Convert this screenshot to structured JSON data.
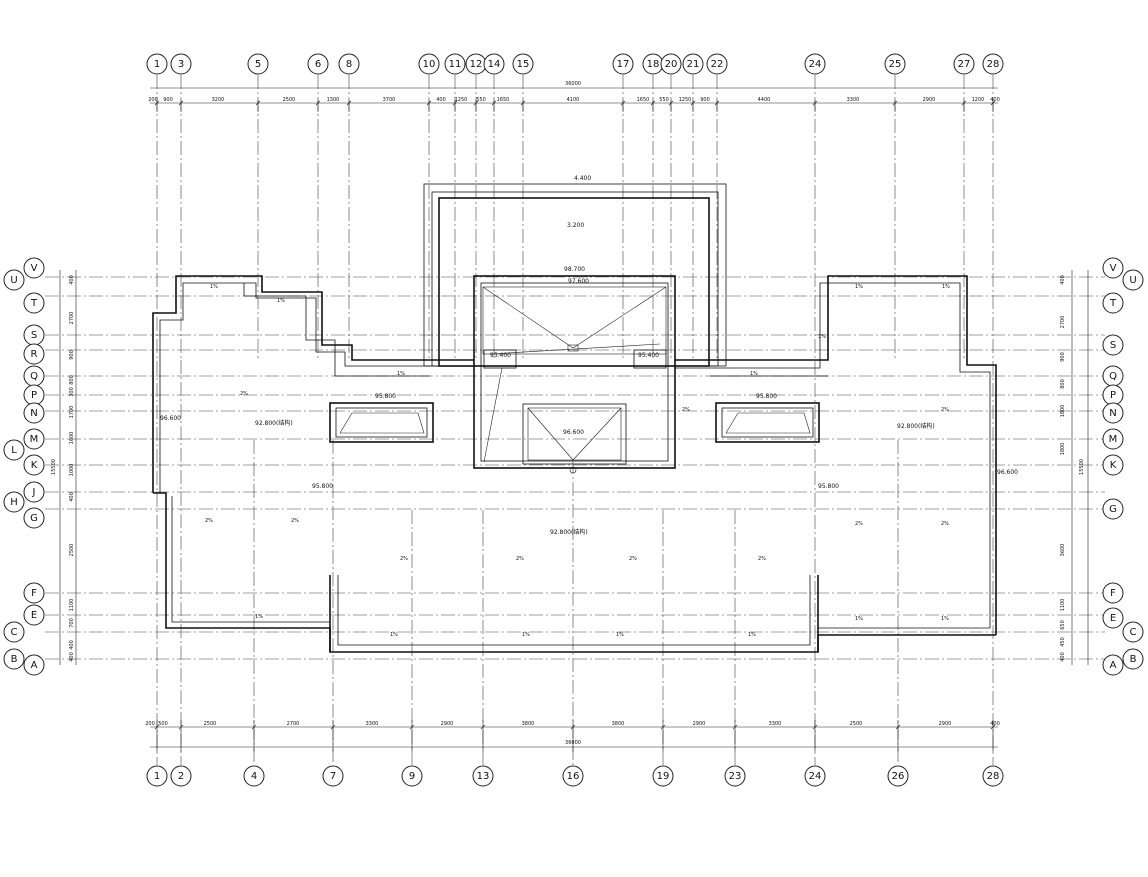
{
  "top_axes": [
    "1",
    "3",
    "5",
    "6",
    "8",
    "10",
    "11",
    "12",
    "14",
    "15",
    "17",
    "18",
    "20",
    "21",
    "22",
    "24",
    "25",
    "27",
    "28"
  ],
  "bottom_axes": [
    "1",
    "2",
    "4",
    "7",
    "9",
    "13",
    "16",
    "19",
    "23",
    "24",
    "26",
    "28"
  ],
  "left_axes": [
    "U",
    "V",
    "T",
    "S",
    "R",
    "Q",
    "P",
    "N",
    "M",
    "L",
    "K",
    "J",
    "H",
    "G",
    "F",
    "E",
    "C",
    "B",
    "A"
  ],
  "right_axes": [
    "U",
    "V",
    "T",
    "S",
    "Q",
    "P",
    "N",
    "M",
    "K",
    "G",
    "F",
    "E",
    "C",
    "B",
    "A"
  ],
  "dims": {
    "top_total": "36000",
    "top_segments": [
      "200",
      "900",
      "3200",
      "2500",
      "1300",
      "3700",
      "400",
      "1250",
      "550",
      "1650",
      "4100",
      "1650",
      "550",
      "1250",
      "900",
      "4400",
      "3300",
      "2900",
      "1200",
      "400"
    ],
    "bottom_total": "36000",
    "bottom_segments": [
      "200",
      "500",
      "2500",
      "2700",
      "3300",
      "2900",
      "3800",
      "3800",
      "2900",
      "3300",
      "2500",
      "2900",
      "400"
    ],
    "left_total": "15500",
    "left_segments": [
      "400",
      "2700",
      "900",
      "800",
      "300",
      "1700",
      "1600",
      "1000",
      "400",
      "2500",
      "1100",
      "700",
      "400",
      "400"
    ],
    "right_total": "15500",
    "right_segments": [
      "400",
      "2700",
      "900",
      "800",
      "1800",
      "1800",
      "3600",
      "1100",
      "650",
      "450",
      "400"
    ]
  },
  "elevations": {
    "e1": "4.400",
    "e2": "3.200",
    "e3": "98.700",
    "e4": "97.600",
    "e5": "95.400",
    "e6": "95.400",
    "e7": "95.800",
    "e8": "95.800",
    "e9": "96.600",
    "e10": "96.600",
    "e11": "92.800(结构)",
    "e12": "92.800(结构)",
    "e13": "95.800",
    "e14": "95.800",
    "e15": "92.800(结构)",
    "e16": "96.600"
  },
  "slopes": {
    "s1": "1%",
    "s2": "1%",
    "s3": "1%",
    "s4": "1%",
    "s5": "1%",
    "s6": "2%",
    "s7": "2%",
    "s8": "2%",
    "s9": "2%",
    "s10": "2%",
    "s11": "2%",
    "s12": "2%",
    "s13": "2%",
    "s14": "2%",
    "s15": "2%",
    "s16": "2%",
    "s17": "1%",
    "s18": "1%",
    "s19": "1%",
    "s20": "1%",
    "s21": "1%",
    "s22": "1%",
    "s23": "1%",
    "s24": "1%",
    "s25": "1%"
  }
}
